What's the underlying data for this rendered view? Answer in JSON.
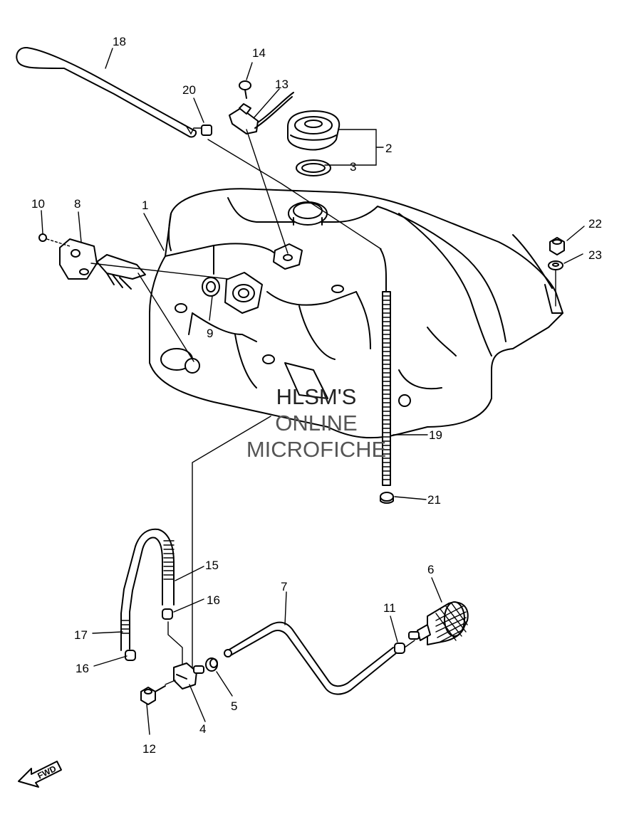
{
  "diagram": {
    "part_numbers": [
      "1",
      "2",
      "3",
      "4",
      "5",
      "6",
      "7",
      "8",
      "9",
      "10",
      "11",
      "12",
      "13",
      "14",
      "15",
      "16",
      "16",
      "17",
      "18",
      "19",
      "20",
      "21",
      "22",
      "23"
    ],
    "watermark": [
      "HLSM'S",
      "ONLINE",
      "MICROFICHE"
    ],
    "direction_label": "FWD"
  }
}
